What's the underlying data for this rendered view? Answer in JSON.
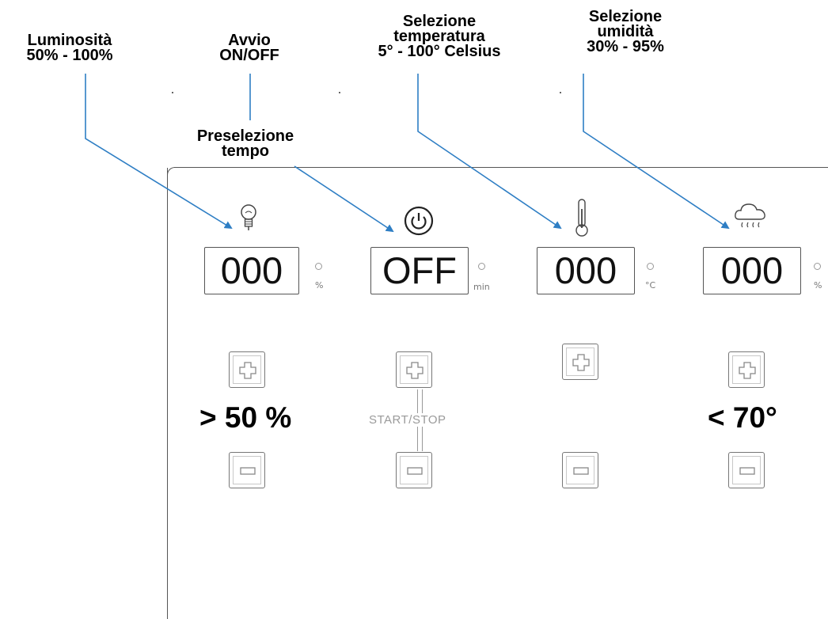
{
  "callouts": {
    "brightness": {
      "line1": "Luminosità",
      "line2": "50% - 100%"
    },
    "power": {
      "line1": "Avvio",
      "line2": "ON/OFF"
    },
    "timer": {
      "line1": "Preselezione",
      "line2": "tempo"
    },
    "temperature": {
      "line1": "Selezione",
      "line2": "temperatura",
      "line3": "5° - 100° Celsius"
    },
    "humidity": {
      "line1": "Selezione",
      "line2": "umidità",
      "line3": "30% - 95%"
    }
  },
  "displays": {
    "brightness": {
      "value": "000",
      "unit": "%"
    },
    "timer": {
      "value": "OFF",
      "unit": "min"
    },
    "temperature": {
      "value": "000",
      "unit": "°C"
    },
    "humidity": {
      "value": "000",
      "unit": "%"
    }
  },
  "annotations": {
    "brightness_setting": "> 50 %",
    "humidity_setting": "< 70°"
  },
  "controls": {
    "start_stop_label": "START/STOP"
  },
  "icons": {
    "brightness": "light-bulb-icon",
    "power": "power-icon",
    "temperature": "thermometer-icon",
    "humidity": "rain-cloud-icon",
    "plus": "plus-icon",
    "minus": "minus-icon"
  },
  "colors": {
    "arrow": "#2e7ec4",
    "panel_border": "#555555",
    "button_border": "#777777"
  }
}
